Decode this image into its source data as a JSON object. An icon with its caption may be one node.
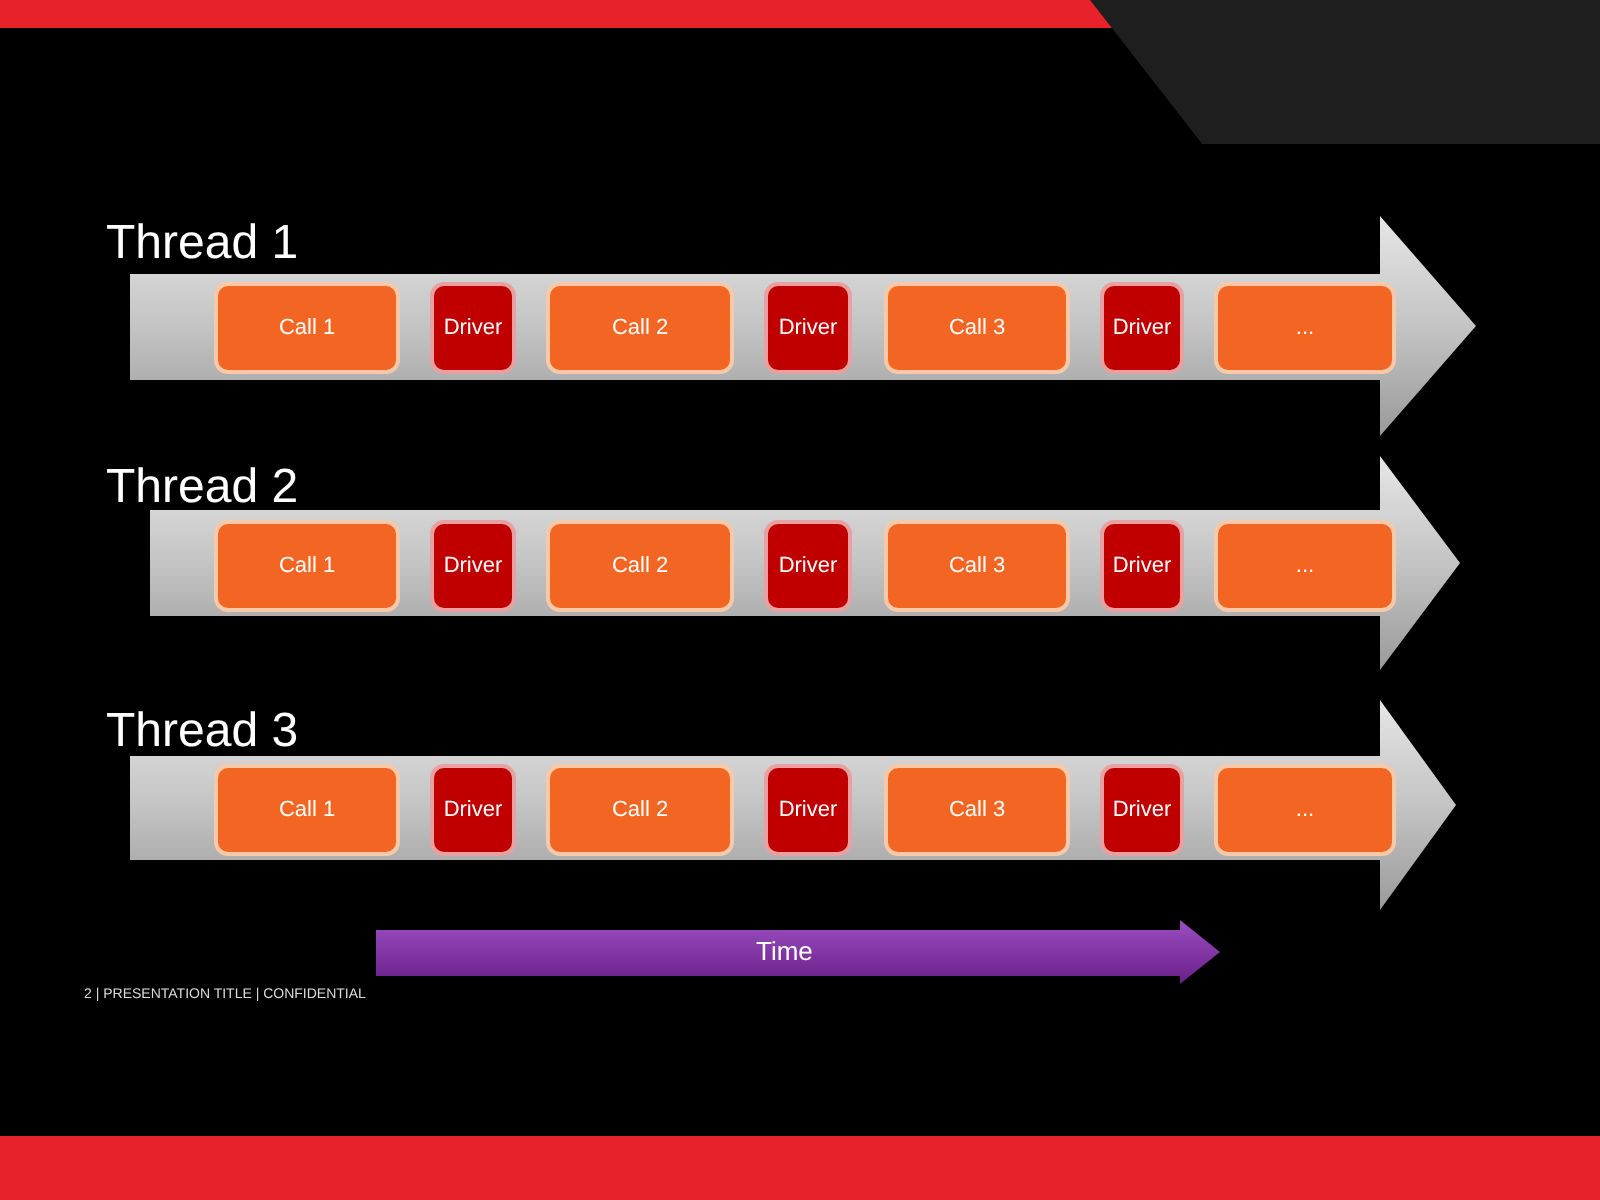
{
  "diagram": {
    "nodes": [
      {
        "text": [
          "Thread 1"
        ]
      },
      {
        "text": [
          "Call 1"
        ],
        "in": 0
      },
      {
        "text": [
          "Driver"
        ],
        "in": 0
      },
      {
        "text": [
          "Call 2"
        ],
        "in": 0
      },
      {
        "text": [
          "Driver"
        ],
        "in": 0
      },
      {
        "text": [
          "Call 3"
        ],
        "in": 0
      },
      {
        "text": [
          "Driver"
        ],
        "in": 0
      },
      {
        "text": [
          "..."
        ],
        "in": 0
      },
      {
        "text": [
          "Thread 2"
        ]
      },
      {
        "text": [
          "Call 1"
        ],
        "in": 8
      },
      {
        "text": [
          "Driver"
        ],
        "in": 8
      },
      {
        "text": [
          "Call 2"
        ],
        "in": 8
      },
      {
        "text": [
          "Driver"
        ],
        "in": 8
      },
      {
        "text": [
          "Call 3"
        ],
        "in": 8
      },
      {
        "text": [
          "Driver"
        ],
        "in": 8
      },
      {
        "text": [
          "..."
        ],
        "in": 8
      },
      {
        "text": [
          "Thread 3"
        ]
      },
      {
        "text": [
          "Call 1"
        ],
        "in": 16
      },
      {
        "text": [
          "Driver"
        ],
        "in": 16
      },
      {
        "text": [
          "Call 2"
        ],
        "in": 16
      },
      {
        "text": [
          "Driver"
        ],
        "in": 16
      },
      {
        "text": [
          "Call 3"
        ],
        "in": 16
      },
      {
        "text": [
          "Driver"
        ],
        "in": 16
      },
      {
        "text": [
          "..."
        ],
        "in": 16
      },
      {
        "text": [
          "Time"
        ]
      }
    ],
    "labels": [
      "2 | PRESENTATION TITLE | CONFIDENTIAL"
    ]
  }
}
